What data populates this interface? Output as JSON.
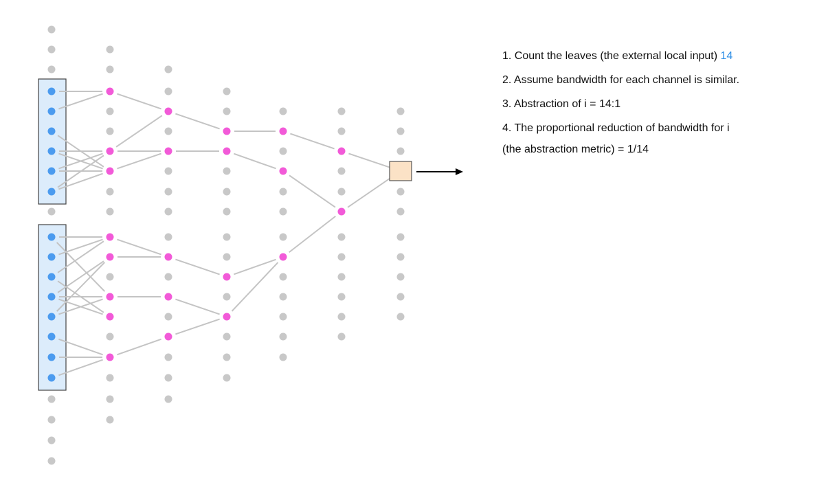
{
  "colors": {
    "leaf": "#4b9bef",
    "active": "#f25ad8",
    "inactive": "#c8c8c8",
    "edge": "#c4c4c4",
    "group_fill": "#dcecfb",
    "group_stroke": "#444444",
    "output_fill": "#fbe2c6",
    "output_stroke": "#555555",
    "arrow": "#000000",
    "highlight": "#2f8fe6"
  },
  "notes": [
    {
      "text": "1. Count the leaves (the external local input) ",
      "highlight": "14"
    },
    {
      "text": "2. Assume bandwidth for each channel is similar."
    },
    {
      "text": "3. Abstraction of i = 14:1"
    },
    {
      "text": "4. The proportional reduction of bandwidth for i"
    },
    {
      "text": "(the abstraction metric) = 1/14"
    }
  ],
  "network": {
    "leaf_count": 14,
    "output_node": "i"
  }
}
